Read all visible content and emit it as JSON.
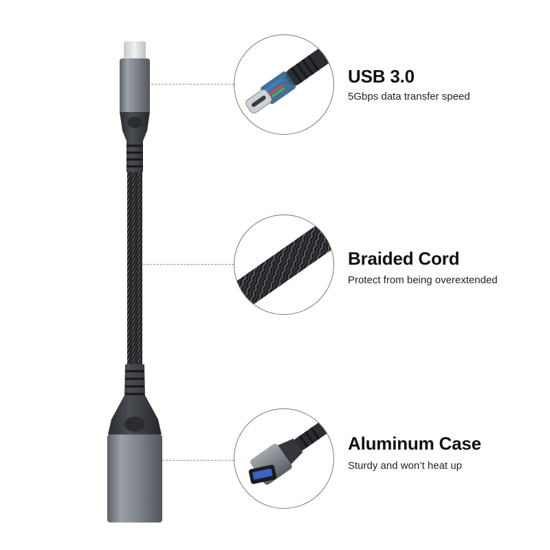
{
  "features": [
    {
      "title": "USB 3.0",
      "description": "5Gbps data transfer speed",
      "icon": "usb-c-connector-closeup"
    },
    {
      "title": "Braided Cord",
      "description": "Protect from being overextended",
      "icon": "braided-cable-closeup"
    },
    {
      "title": "Aluminum Case",
      "description": "Sturdy and won’t heat up",
      "icon": "usb-a-female-closeup"
    }
  ],
  "colors": {
    "background": "#ffffff",
    "aluminum": "#8e939b",
    "aluminum_dark": "#5f646b",
    "rubber": "#3a3c3f",
    "braid": "#1e1f21",
    "usb_port_blue": "#3b63c6",
    "text": "#111111"
  }
}
